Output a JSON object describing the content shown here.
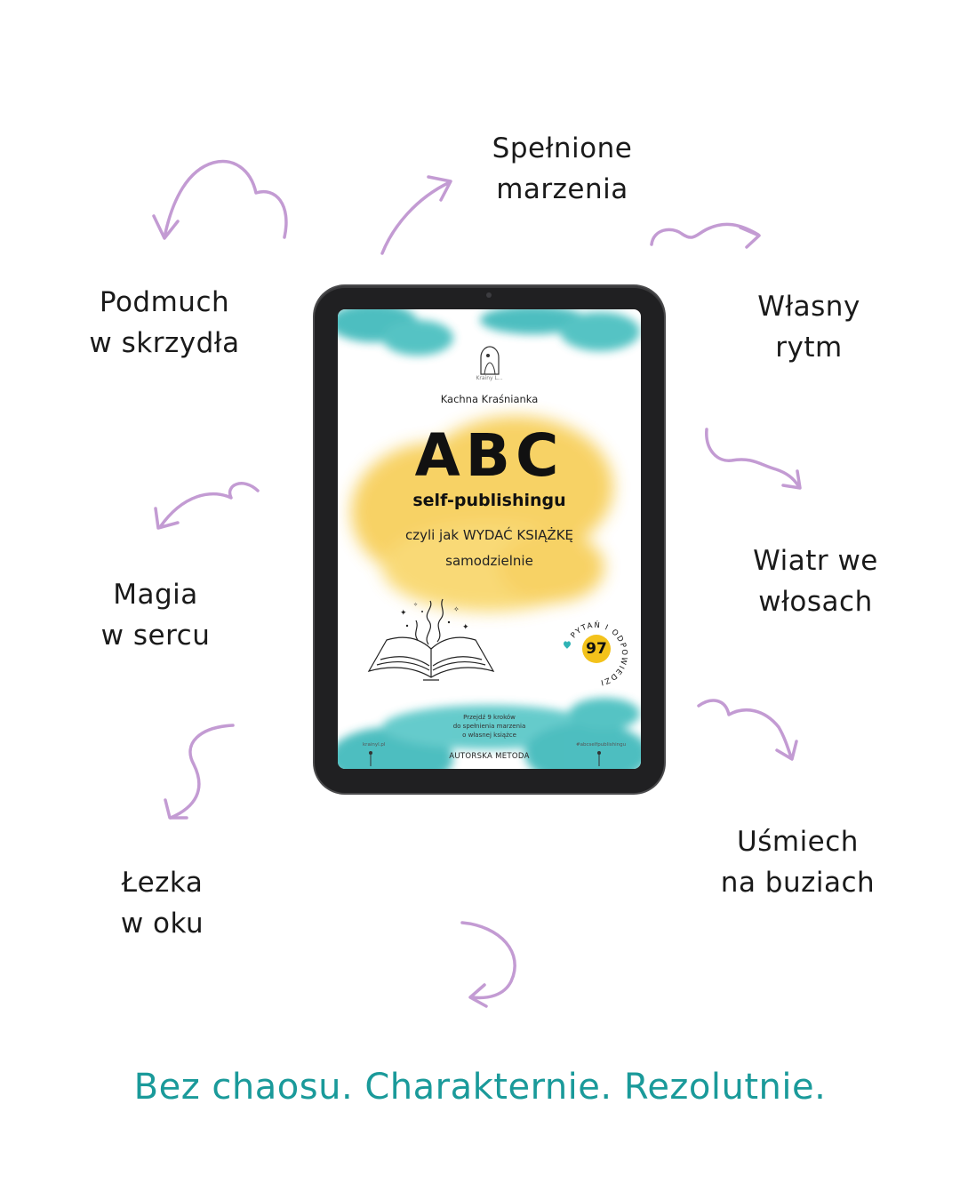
{
  "phrases": {
    "spelnione": [
      "Spełnione",
      "marzenia"
    ],
    "podmuch": [
      "Podmuch",
      "w skrzydła"
    ],
    "wlasny": [
      "Własny",
      "rytm"
    ],
    "magia": [
      "Magia",
      "w sercu"
    ],
    "wiatr": [
      "Wiatr we",
      "włosach"
    ],
    "lezka": [
      "Łezka",
      "w oku"
    ],
    "usmiech": [
      "Uśmiech",
      "na buziach"
    ]
  },
  "cover": {
    "logo_text": "Krainy L...",
    "author": "Kachna Kraśnianka",
    "title": "ABC",
    "subtitle": "self-publishingu",
    "line1": "czyli jak WYDAĆ KSIĄŻKĘ",
    "line2": "samodzielnie",
    "badge_number": "97",
    "badge_text": "PYTAŃ I ODPOWIEDZI",
    "steps": [
      "Przejdź 9 kroków",
      "do spełnienia marzenia",
      "o własnej książce"
    ],
    "method": "AUTORSKA METODA",
    "website": "krainyl.pl",
    "hashtag": "#abcselfpublishingu"
  },
  "tagline": "Bez chaosu. Charakternie. Rezolutnie.",
  "colors": {
    "arrow": "#c39bd3",
    "tagline": "#1a9a9a",
    "teal_splash": "#2fb3b5",
    "yellow_splash": "#f3c21b",
    "tablet_frame": "#202022"
  }
}
